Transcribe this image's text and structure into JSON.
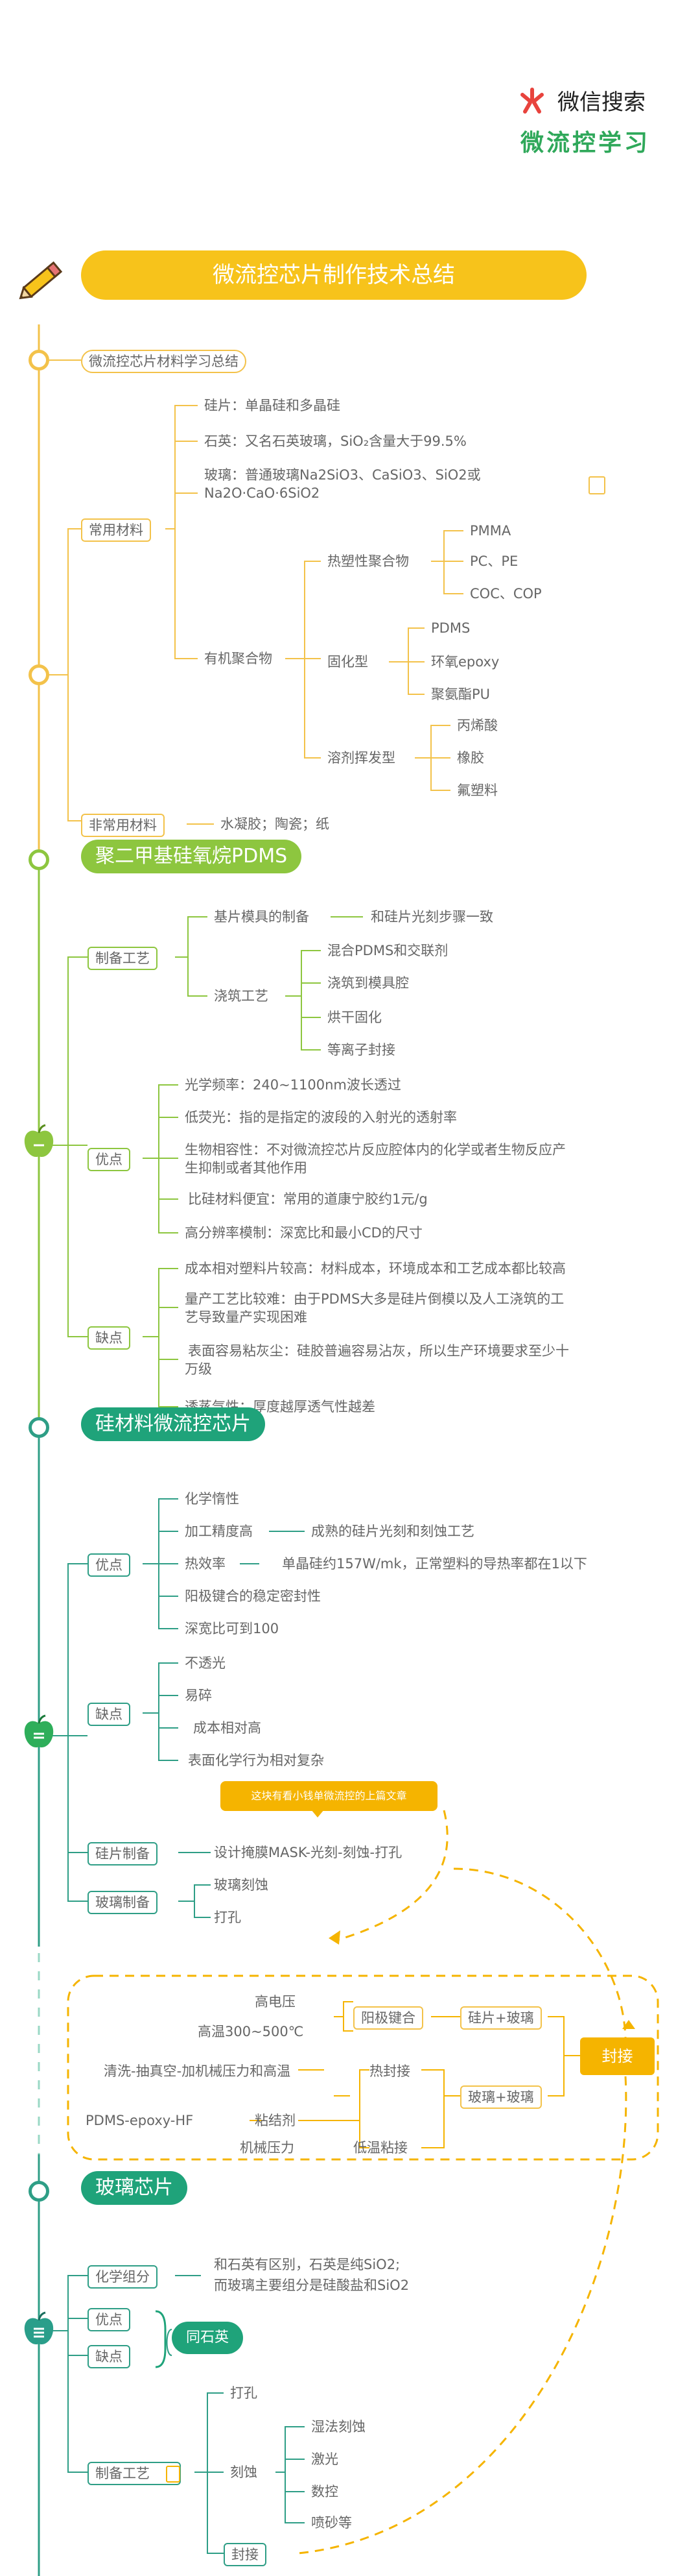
{
  "brand": {
    "search": "微信搜索",
    "account": "微流控学习"
  },
  "title": "微流控芯片制作技术总结",
  "s1": {
    "root": "微流控芯片材料学习总结",
    "common": "常用材料",
    "si": "硅片：单晶硅和多晶硅",
    "quartz": "石英：又名石英玻璃，SiO₂含量大于99.5%",
    "glass1": "玻璃：普通玻璃Na2SiO3、CaSiO3、SiO2或",
    "glass2": "Na2O·CaO·6SiO2",
    "organic": "有机聚合物",
    "thermo": "热塑性聚合物",
    "pmma": "PMMA",
    "pcpe": "PC、PE",
    "coc": "COC、COP",
    "cure": "固化型",
    "pdms": "PDMS",
    "epoxy": "环氧epoxy",
    "pu": "聚氨酯PU",
    "solvent": "溶剂挥发型",
    "acryl": "丙烯酸",
    "rubber": "橡胶",
    "fluoro": "氟塑料",
    "uncommon": "非常用材料",
    "uncommon_items": "水凝胶；陶瓷；纸"
  },
  "s2": {
    "title": "聚二甲基硅氧烷PDMS",
    "prep": "制备工艺",
    "mold": "基片模具的制备",
    "mold_note": "和硅片光刻步骤一致",
    "cast": "浇筑工艺",
    "c1": "混合PDMS和交联剂",
    "c2": "浇筑到模具腔",
    "c3": "烘干固化",
    "c4": "等离子封接",
    "pros": "优点",
    "p1": "光学频率：240~1100nm波长透过",
    "p2": "低荧光：指的是指定的波段的入射光的透射率",
    "p3a": "生物相容性：不对微流控芯片反应腔体内的化学或者生物反应产",
    "p3b": "生抑制或者其他作用",
    "p4": "比硅材料便宜：常用的道康宁胶约1元/g",
    "p5": "高分辨率模制：深宽比和最小CD的尺寸",
    "cons": "缺点",
    "n1": "成本相对塑料片较高：材料成本，环境成本和工艺成本都比较高",
    "n2a": "量产工艺比较难：由于PDMS大多是硅片倒模以及人工浇筑的工",
    "n2b": "艺导致量产实现困难",
    "n3a": "表面容易粘灰尘：硅胶普遍容易沾灰，所以生产环境要求至少十",
    "n3b": "万级",
    "n4": "透蒸气性：厚度越厚透气性越差"
  },
  "s3": {
    "title": "硅材料微流控芯片",
    "pros": "优点",
    "p1": "化学惰性",
    "p2": "加工精度高",
    "p2_note": "成熟的硅片光刻和刻蚀工艺",
    "p3": "热效率",
    "p3_note": "单晶硅约157W/mk，正常塑料的导热率都在1以下",
    "p4": "阳极键合的稳定密封性",
    "p5": "深宽比可到100",
    "cons": "缺点",
    "n1": "不透光",
    "n2": "易碎",
    "n3": "成本相对高",
    "n4": "表面化学行为相对复杂",
    "si_prep": "硅片制备",
    "si_prep_note": "设计掩膜MASK-光刻-刻蚀-打孔",
    "callout": "这块有看小钱单微流控的上篇文章",
    "glass_prep": "玻璃制备",
    "g1": "玻璃刻蚀",
    "g2": "打孔"
  },
  "bond": {
    "hv": "高电压",
    "ht": "高温300~500℃",
    "anodic": "阳极键合",
    "si_glass": "硅片+玻璃",
    "clean": "清洗-抽真空-加机械压力和高温",
    "hot": "热封接",
    "adhesive_src": "PDMS-epoxy-HF",
    "adhesive": "粘结剂",
    "lowtemp": "低温粘接",
    "glass_glass": "玻璃+玻璃",
    "mech": "机械压力",
    "seal": "封接"
  },
  "s4": {
    "title": "玻璃芯片",
    "chem": "化学组分",
    "chem1": "和石英有区别，石英是纯SiO2;",
    "chem2": "而玻璃主要组分是硅酸盐和SiO2",
    "pros": "优点",
    "cons": "缺点",
    "same": "同石英",
    "prep": "制备工艺",
    "drill": "打孔",
    "etch": "刻蚀",
    "e1": "湿法刻蚀",
    "e2": "激光",
    "e3": "数控",
    "e4": "喷砂等",
    "seal": "封接"
  },
  "colors": {
    "yellow": "#f7c31b",
    "green": "#8dc63f",
    "teal": "#1fa37a",
    "orange": "#f5b400"
  },
  "icons": [
    "pencil-icon",
    "wechat-search-icon",
    "apple-icon",
    "note-icon"
  ]
}
